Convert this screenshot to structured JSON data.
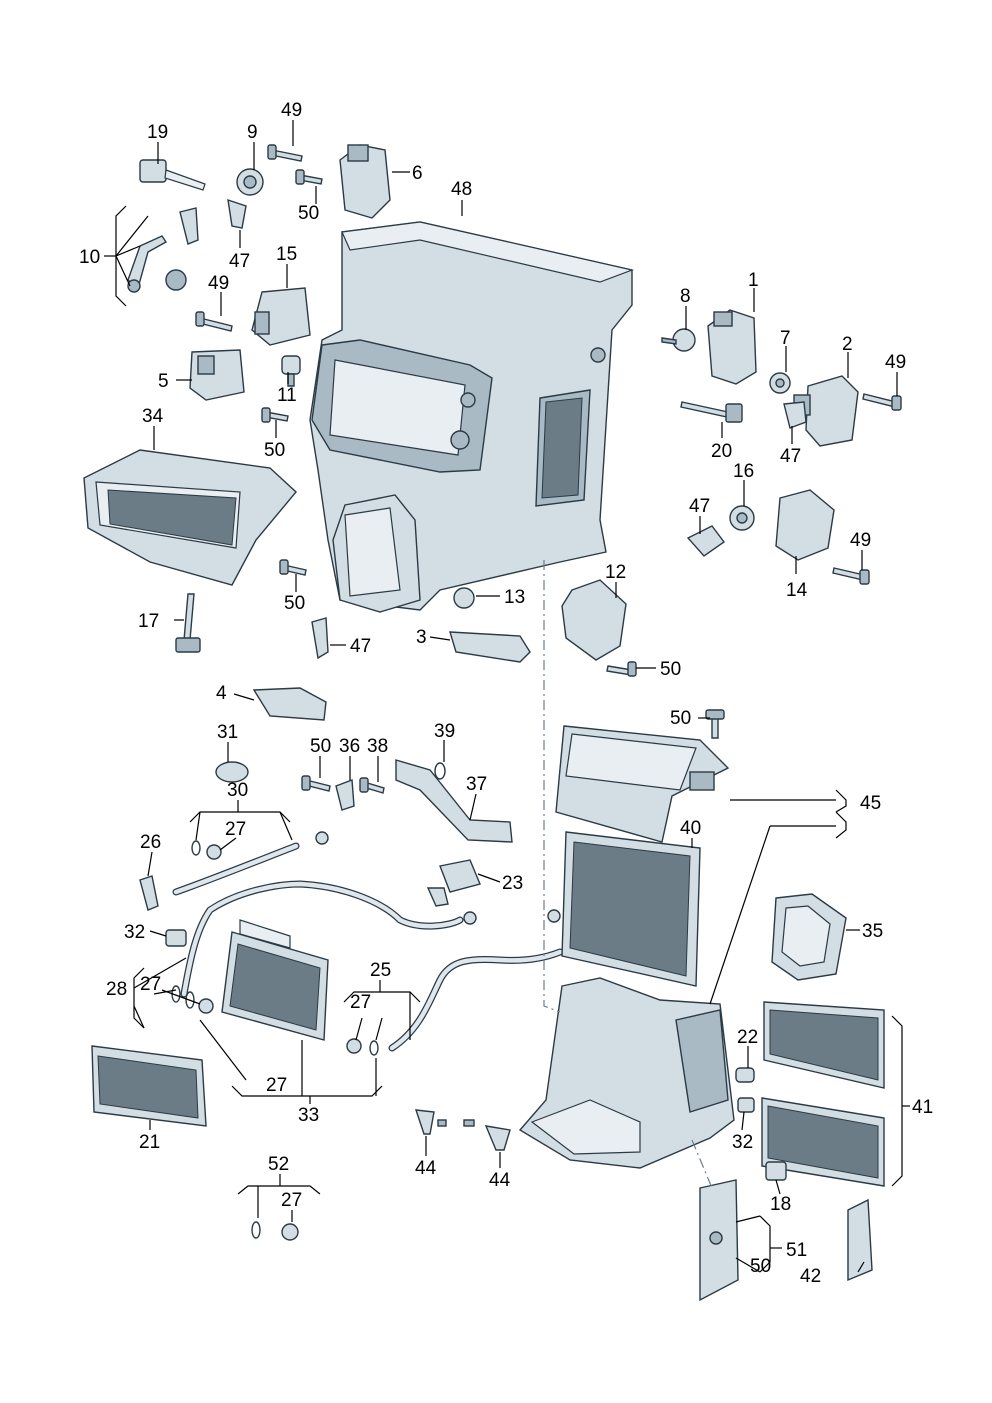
{
  "callouts": {
    "c1": "1",
    "c2": "2",
    "c3": "3",
    "c4": "4",
    "c5": "5",
    "c6": "6",
    "c7": "7",
    "c8": "8",
    "c9": "9",
    "c10": "10",
    "c11": "11",
    "c12": "12",
    "c13": "13",
    "c14": "14",
    "c15": "15",
    "c16": "16",
    "c17": "17",
    "c18": "18",
    "c19": "19",
    "c20": "20",
    "c21": "21",
    "c22": "22",
    "c23": "23",
    "c25": "25",
    "c26": "26",
    "c27a": "27",
    "c27b": "27",
    "c27c": "27",
    "c27d": "27",
    "c27e": "27",
    "c28": "28",
    "c30": "30",
    "c31": "31",
    "c32a": "32",
    "c32b": "32",
    "c33": "33",
    "c34": "34",
    "c35": "35",
    "c36": "36",
    "c37": "37",
    "c38": "38",
    "c39": "39",
    "c40": "40",
    "c41": "41",
    "c42": "42",
    "c44a": "44",
    "c44b": "44",
    "c45": "45",
    "c47a": "47",
    "c47b": "47",
    "c47c": "47",
    "c47d": "47",
    "c48": "48",
    "c49a": "49",
    "c49b": "49",
    "c49c": "49",
    "c49d": "49",
    "c50a": "50",
    "c50b": "50",
    "c50c": "50",
    "c50d": "50",
    "c50e": "50",
    "c50f": "50",
    "c50g": "50",
    "c51": "51",
    "c52": "52"
  }
}
